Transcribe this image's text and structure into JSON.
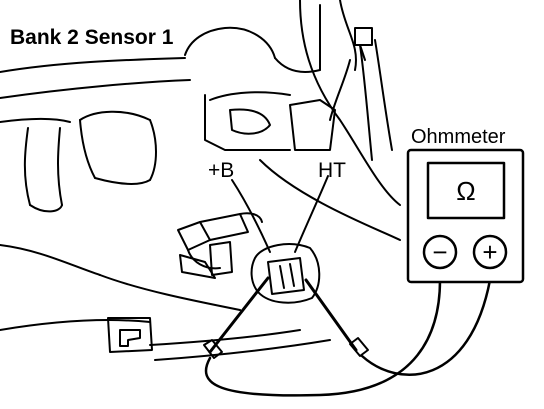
{
  "diagram": {
    "title": "Bank 2 Sensor 1",
    "labels": {
      "plus_b": "+B",
      "ht": "HT",
      "ohmmeter": "Ohmmeter"
    },
    "meter": {
      "display_symbol": "Ω",
      "minus_symbol": "−",
      "plus_symbol": "+"
    },
    "ink_color": "#000000",
    "background_color": "#ffffff"
  }
}
